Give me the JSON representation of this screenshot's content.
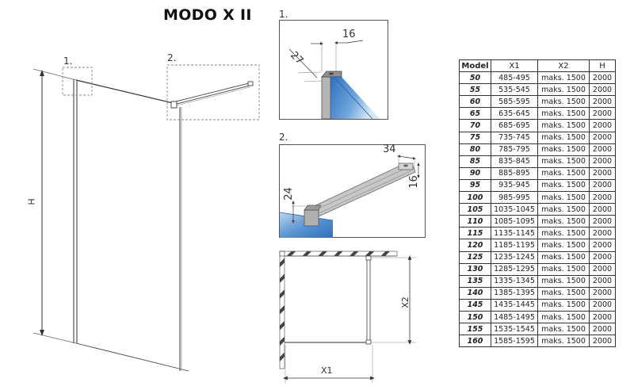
{
  "title": "MODO X II",
  "overview": {
    "detail_labels": [
      "1.",
      "2."
    ],
    "height_label": "H"
  },
  "detail1": {
    "label": "1.",
    "dim_width": "16",
    "dim_depth": "27"
  },
  "detail2": {
    "label": "2.",
    "dim_width": "34",
    "dim_height": "16",
    "dim_offset": "24"
  },
  "plan": {
    "x1_label": "X1",
    "x2_label": "X2"
  },
  "colors": {
    "glass_blue": "#3a7cc4",
    "glass_light": "#cfe3f5",
    "metal_grey": "#b8b8b8",
    "line": "#444444",
    "dashed": "#888888"
  },
  "table": {
    "headers": [
      "Model",
      "X1",
      "X2",
      "H"
    ],
    "rows": [
      [
        "50",
        "485-495",
        "maks. 1500",
        "2000"
      ],
      [
        "55",
        "535-545",
        "maks. 1500",
        "2000"
      ],
      [
        "60",
        "585-595",
        "maks. 1500",
        "2000"
      ],
      [
        "65",
        "635-645",
        "maks. 1500",
        "2000"
      ],
      [
        "70",
        "685-695",
        "maks. 1500",
        "2000"
      ],
      [
        "75",
        "735-745",
        "maks. 1500",
        "2000"
      ],
      [
        "80",
        "785-795",
        "maks. 1500",
        "2000"
      ],
      [
        "85",
        "835-845",
        "maks. 1500",
        "2000"
      ],
      [
        "90",
        "885-895",
        "maks. 1500",
        "2000"
      ],
      [
        "95",
        "935-945",
        "maks. 1500",
        "2000"
      ],
      [
        "100",
        "985-995",
        "maks. 1500",
        "2000"
      ],
      [
        "105",
        "1035-1045",
        "maks. 1500",
        "2000"
      ],
      [
        "110",
        "1085-1095",
        "maks. 1500",
        "2000"
      ],
      [
        "115",
        "1135-1145",
        "maks. 1500",
        "2000"
      ],
      [
        "120",
        "1185-1195",
        "maks. 1500",
        "2000"
      ],
      [
        "125",
        "1235-1245",
        "maks. 1500",
        "2000"
      ],
      [
        "130",
        "1285-1295",
        "maks. 1500",
        "2000"
      ],
      [
        "135",
        "1335-1345",
        "maks. 1500",
        "2000"
      ],
      [
        "140",
        "1385-1395",
        "maks. 1500",
        "2000"
      ],
      [
        "145",
        "1435-1445",
        "maks. 1500",
        "2000"
      ],
      [
        "150",
        "1485-1495",
        "maks. 1500",
        "2000"
      ],
      [
        "155",
        "1535-1545",
        "maks. 1500",
        "2000"
      ],
      [
        "160",
        "1585-1595",
        "maks. 1500",
        "2000"
      ]
    ]
  }
}
